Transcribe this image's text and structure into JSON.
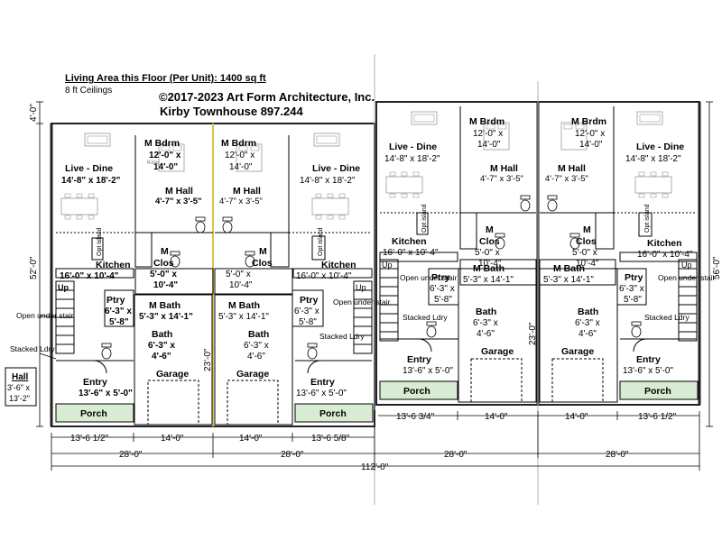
{
  "header": {
    "living_area": "Living Area this Floor (Per Unit): 1400 sq ft",
    "ceilings": "8 ft Ceilings",
    "copyright": "©2017-2023 Art Form Architecture, Inc.",
    "title": "Kirby Townhouse 897.244"
  },
  "rooms": {
    "live_dine": "Live - Dine",
    "live_dine_dim": "14'-8\" x 18'-2\"",
    "m_brdm": "M Brdm",
    "m_bdrm": "M Bdrm",
    "m_brdm_dim1": "12'-0\" x",
    "m_brdm_dim2": "14'-0\"",
    "m_hall": "M Hall",
    "m_hall_dim": "4'-7\" x 3'-5\"",
    "kitchen": "Kitchen",
    "kitchen_dim": "16'-0\" x 10'-4\"",
    "m_clos_1": "M",
    "m_clos_2": "Clos",
    "m_clos_dim1": "5'-0\" x",
    "m_clos_dim2": "10'-4\"",
    "ptry": "Ptry",
    "ptry_dim1": "6'-3\" x",
    "ptry_dim2": "5'-8\"",
    "m_bath": "M Bath",
    "m_bath_dim": "5'-3\" x 14'-1\"",
    "bath": "Bath",
    "bath_dim1": "6'-3\" x",
    "bath_dim2": "4'-6\"",
    "garage": "Garage",
    "entry": "Entry",
    "entry_dim": "13'-6\" x 5'-0\"",
    "porch": "Porch",
    "hall": "Hall",
    "hall_dim1": "3'-6\" x",
    "hall_dim2": "13'-2\"",
    "open_under_stair": "Open under stair",
    "stacked_ldry": "Stacked Ldry",
    "up": "Up",
    "opt_island": "Opt island",
    "king": "King"
  },
  "dimensions": {
    "top_left": "4'-0\"",
    "left_height": "52'-0\"",
    "right_height": "56'-0\"",
    "garage_depth": "23'-0\"",
    "b1": "13'-6 1/2\"",
    "b2": "14'-0\"",
    "b3": "14'-0\"",
    "b4": "13'-6 5/8\"",
    "b5": "13'-6 3/4\"",
    "b6": "14'-0\"",
    "b7": "14'-0\"",
    "b8": "13'-6 1/2\"",
    "u1": "28'-0\"",
    "u2": "28'-0\"",
    "u3": "28'-0\"",
    "u4": "28'-0\"",
    "total": "112'-0\""
  },
  "colors": {
    "line": "#000000",
    "wall": "#222222",
    "porch": "#d8ecd3",
    "fixture": "#9a9a9a",
    "partywall": "#b0a8c8",
    "yellow": "#d8c64a"
  }
}
